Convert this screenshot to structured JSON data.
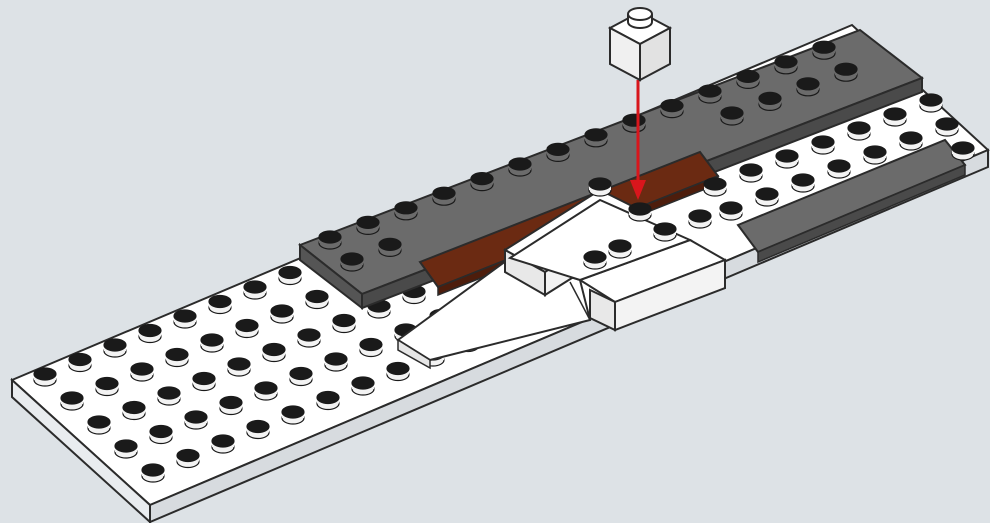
{
  "instruction": {
    "step_type": "building-step-illustration",
    "part_to_add": {
      "name": "1x1 brick",
      "color": "#ffffff",
      "icon": "brick-1x1-icon"
    },
    "arrow": {
      "direction": "down",
      "color": "#d8161c"
    }
  },
  "colors": {
    "background": "#dde2e6",
    "baseplate": "#ffffff",
    "stud_top": "#1a1a1a",
    "dark_gray": "#6b6b6b",
    "brown": "#6b2a12",
    "outline": "#2b2b2b"
  }
}
